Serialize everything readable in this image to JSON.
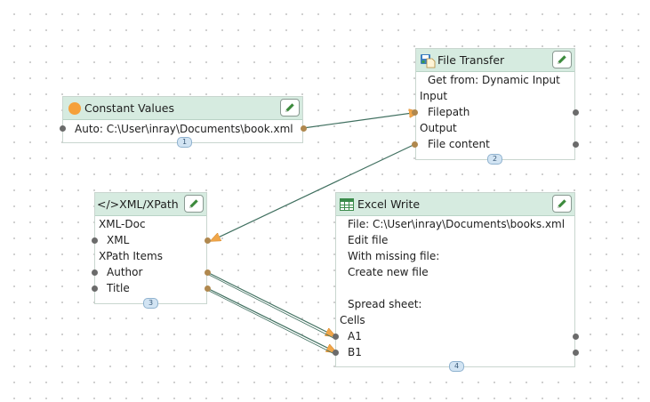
{
  "nodes": {
    "constant": {
      "title": "Constant Values",
      "value": "Auto: C:\\User\\inray\\Documents\\book.xml",
      "badge": "1"
    },
    "file_transfer": {
      "title": "File Transfer",
      "get_from": "Get from: Dynamic Input",
      "input_label": "Input",
      "filepath": "Filepath",
      "output_label": "Output",
      "file_content": "File content",
      "badge": "2"
    },
    "xml": {
      "title": "</>XML/XPath",
      "xml_doc": "XML-Doc",
      "xml": "XML",
      "xpath_items": "XPath Items",
      "author": "Author",
      "title_item": "Title",
      "badge": "3"
    },
    "excel": {
      "title": "Excel Write",
      "file": "File: C:\\User\\inray\\Documents\\books.xml",
      "edit_file": "Edit file",
      "missing": "With missing file:",
      "create": "Create new file",
      "sheet": "Spread sheet:",
      "cells": "Cells",
      "a1": "A1",
      "b1": "B1",
      "badge": "4"
    }
  },
  "colors": {
    "header": "#d6ebe0",
    "wire": "#3f6f5f",
    "arrow": "#f0a64a",
    "port": "#6b6b6b",
    "constant_icon": "#f5a03a"
  }
}
